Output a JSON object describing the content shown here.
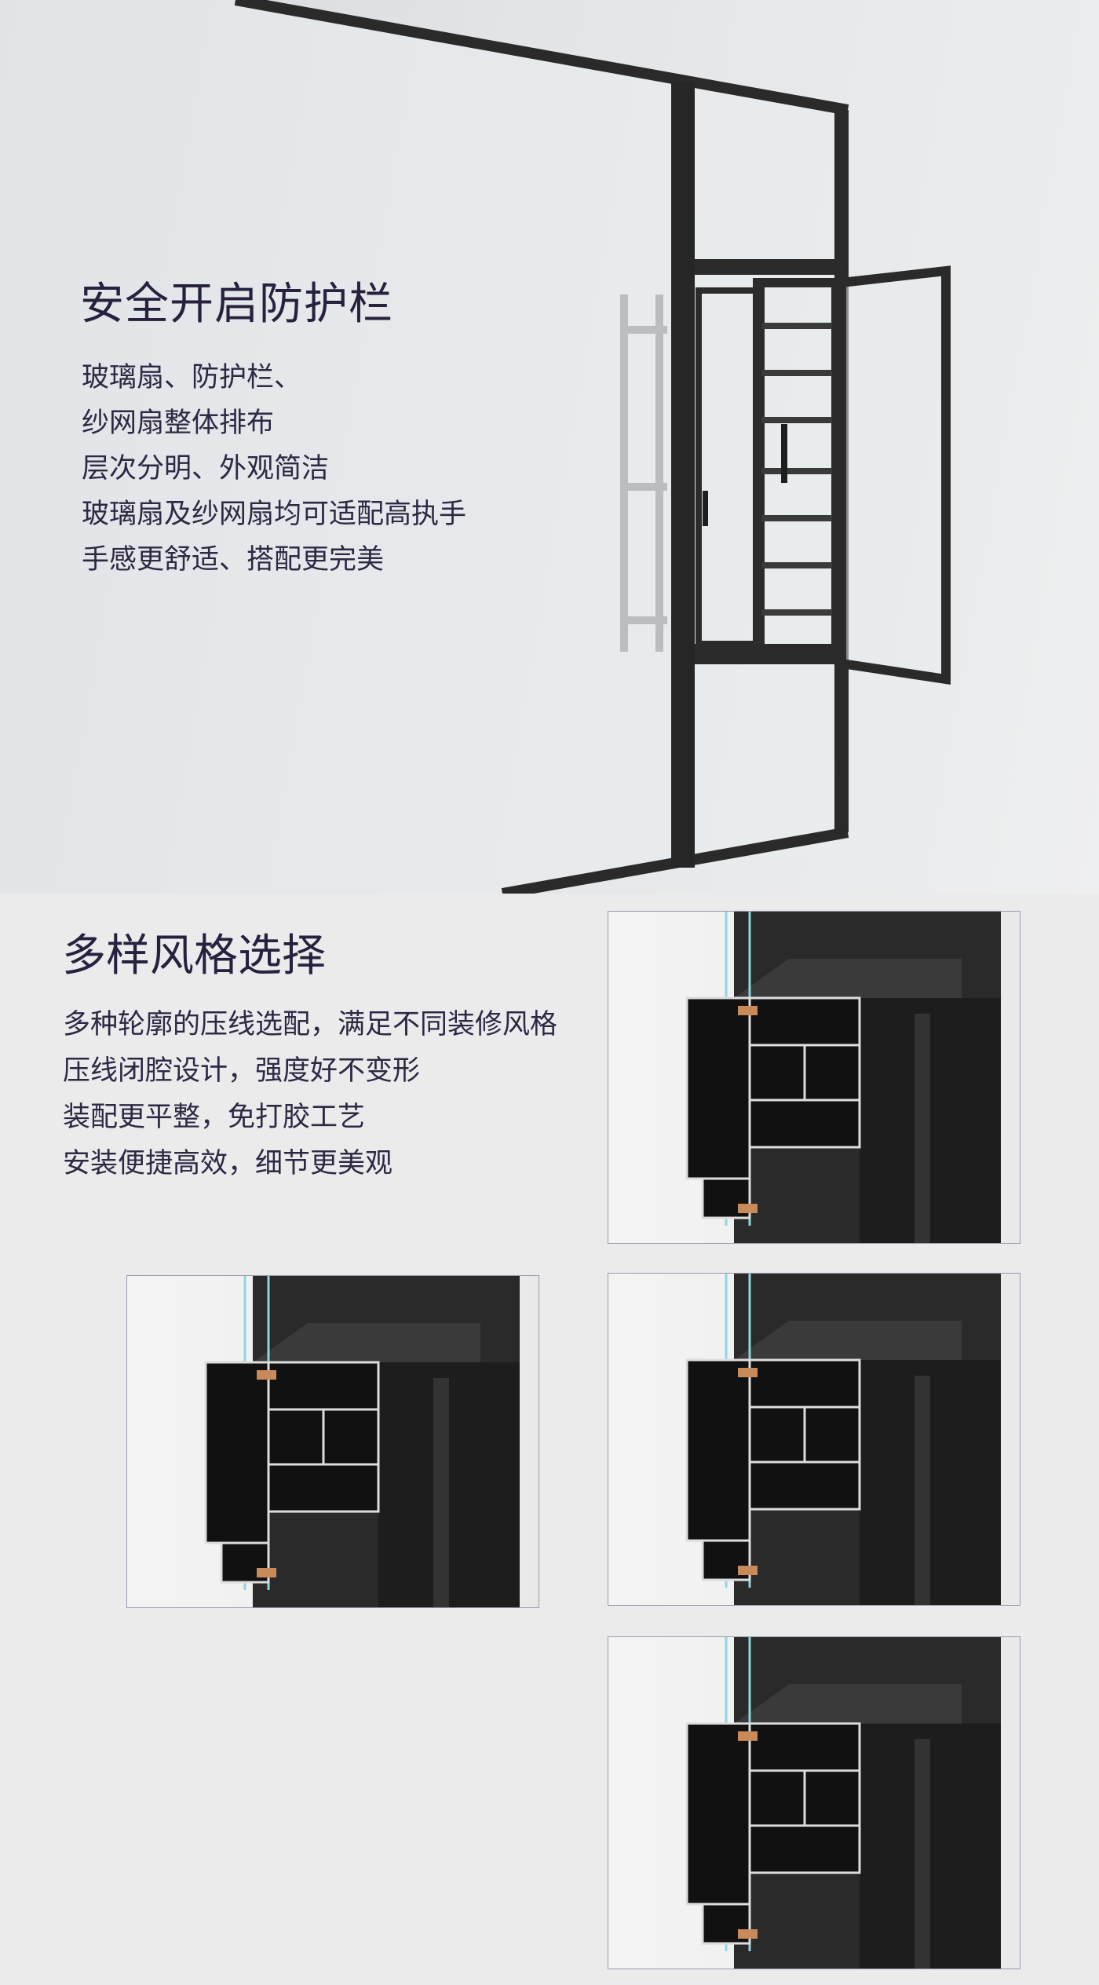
{
  "section1": {
    "title": "安全开启防护栏",
    "lines": [
      "玻璃扇、防护栏、",
      "纱网扇整体排布",
      "层次分明、外观简洁",
      "玻璃扇及纱网扇均可适配高执手",
      "手感更舒适、搭配更完美"
    ]
  },
  "section2": {
    "title": "多样风格选择",
    "lines": [
      "多种轮廓的压线选配，满足不同装修风格",
      "压线闭腔设计，强度好不变形",
      "装配更平整，免打胶工艺",
      "安装便捷高效，细节更美观"
    ]
  },
  "colors": {
    "text": "#27213f",
    "frame": "#222222",
    "box_border": "#9a98b0"
  }
}
